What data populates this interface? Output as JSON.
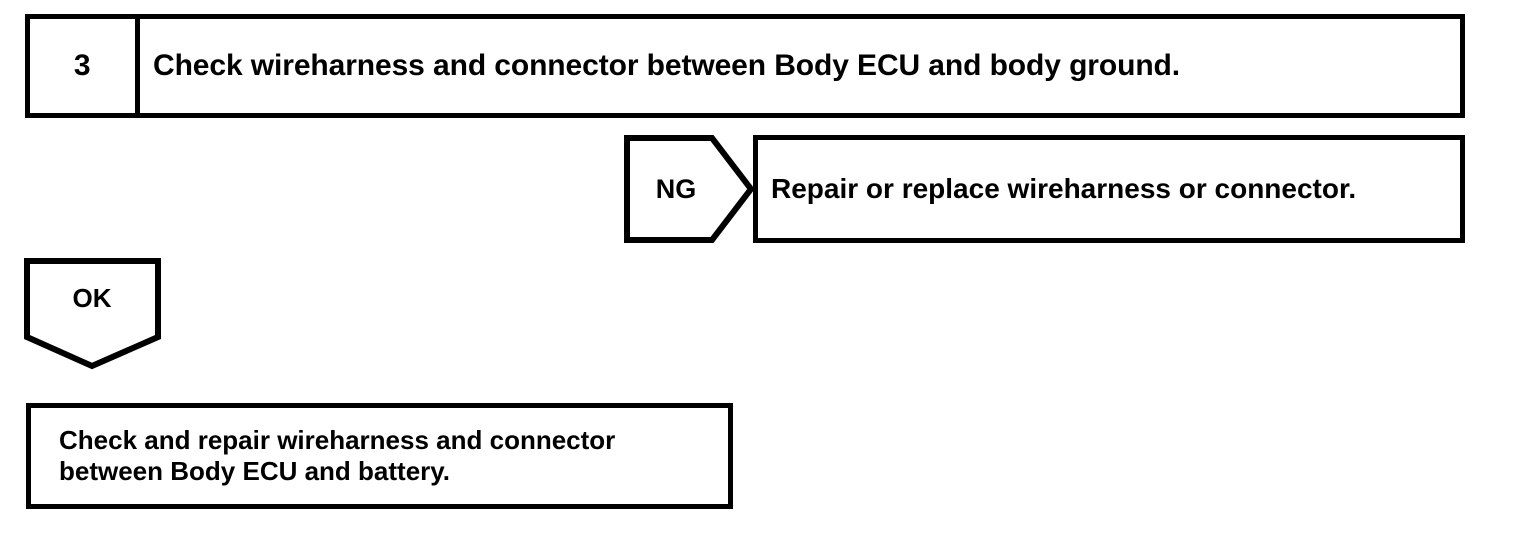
{
  "diagram": {
    "type": "troubleshooting-flowchart",
    "step": {
      "number": "3",
      "instruction": "Check wireharness and connector between Body ECU and body ground."
    },
    "branches": [
      {
        "label": "NG",
        "direction": "right",
        "result": "Repair or replace wireharness or connector."
      },
      {
        "label": "OK",
        "direction": "down",
        "result_lines": [
          "Check and repair wireharness and connector",
          "between Body ECU and battery."
        ]
      }
    ],
    "colors": {
      "stroke": "#000000",
      "background": "#ffffff"
    }
  }
}
